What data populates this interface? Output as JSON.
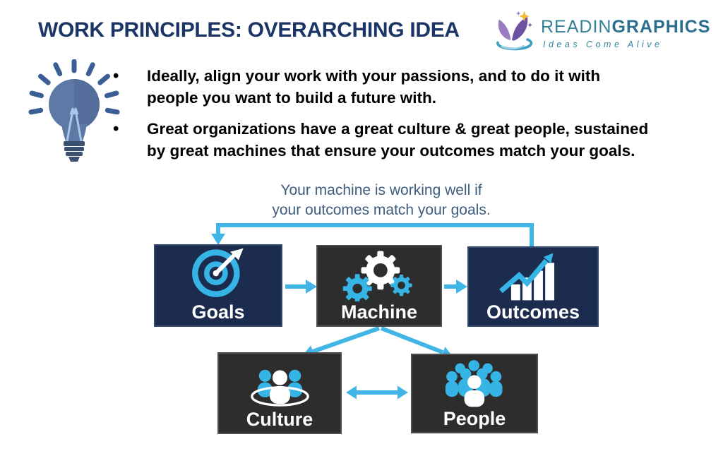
{
  "slide": {
    "title": "WORK PRINCIPLES: OVERARCHING IDEA"
  },
  "logo": {
    "brand_regular": "READIN",
    "brand_bold": "GRAPHICS",
    "tagline": "Ideas Come Alive"
  },
  "idea_bullets": [
    {
      "lines": [
        "Ideally, align your work with your passions, and to do it with",
        "people you want to build a future with."
      ]
    },
    {
      "lines": [
        "Great organizations have a great culture & great people, sustained",
        "by great machines that ensure your outcomes match your goals."
      ]
    }
  ],
  "diagram": {
    "caption_lines": [
      "Your machine is working well if",
      "your outcomes match your goals."
    ],
    "nodes": {
      "goals": "Goals",
      "machine": "Machine",
      "outcomes": "Outcomes",
      "culture": "Culture",
      "people": "People"
    }
  },
  "colors": {
    "accent": "#41b6e6",
    "icon_cyan": "#35b4e5",
    "navy": "#1b2c4e",
    "charcoal": "#2e2d2e",
    "title_col": "#1b3566",
    "caption_col": "#3d5c7e",
    "teal": "#338099",
    "teal_bold": "#2a6f90",
    "bulb_main": "#5e79a5",
    "bulb_dark": "#546d9b",
    "bulb_rays": "#3b5f95",
    "bulb_base": "#3c5170",
    "filament": "#aac6ea",
    "purple_light": "#9b7cc1",
    "purple_dark": "#6f51a1",
    "gold": "#f3ba3a",
    "swoosh": "#3d9ec2"
  }
}
